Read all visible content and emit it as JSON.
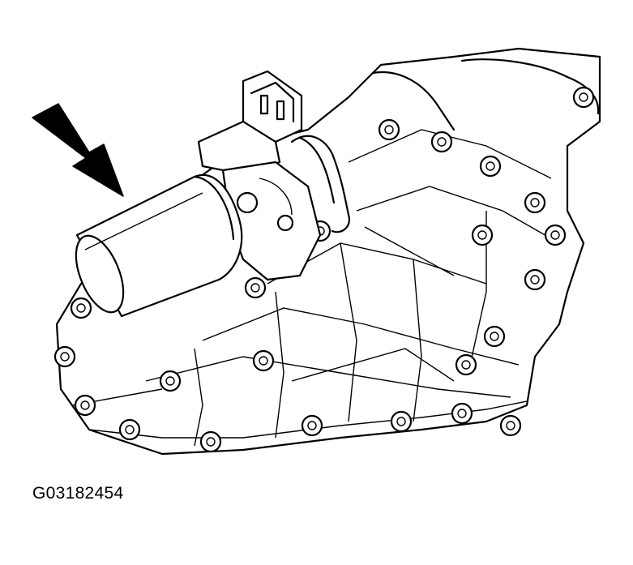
{
  "figure": {
    "code": "G03182454",
    "colors": {
      "line": "#000000",
      "background": "#ffffff"
    },
    "parts": [
      "arrow-icon",
      "solenoid-cylinder",
      "electrical-connector",
      "transmission-case",
      "bolt-bosses"
    ]
  }
}
